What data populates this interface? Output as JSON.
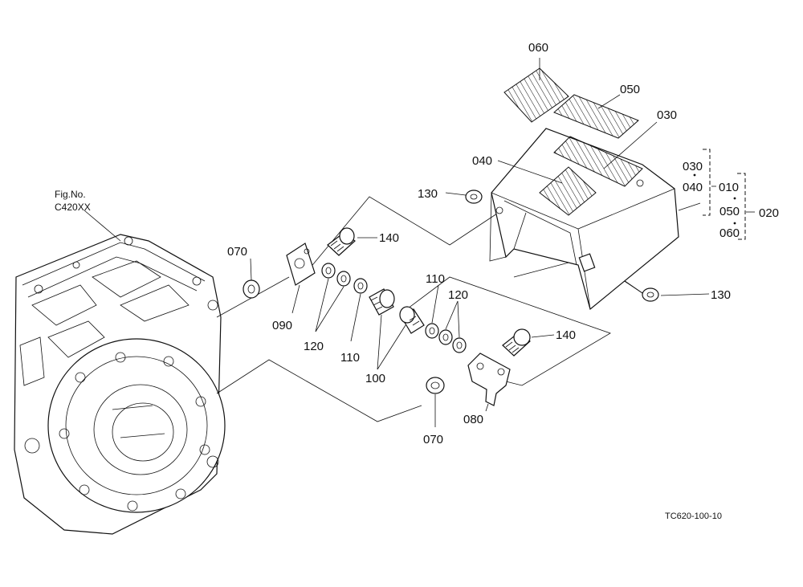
{
  "figure_reference": {
    "line1": "Fig.No.",
    "line2": "C420XX"
  },
  "drawing_code": "TC620-100-10",
  "callouts": {
    "c060": "060",
    "c050": "050",
    "c030": "030",
    "c040": "040",
    "c130a": "130",
    "c130b": "130",
    "c140a": "140",
    "c140b": "140",
    "c070a": "070",
    "c070b": "070",
    "c090": "090",
    "c120a": "120",
    "c120b": "120",
    "c110a": "110",
    "c110b": "110",
    "c100": "100",
    "c080": "080"
  },
  "assembly_group": {
    "g030": "030",
    "g040": "040",
    "g010": "010",
    "g050": "050",
    "g060": "060",
    "g020": "020"
  }
}
